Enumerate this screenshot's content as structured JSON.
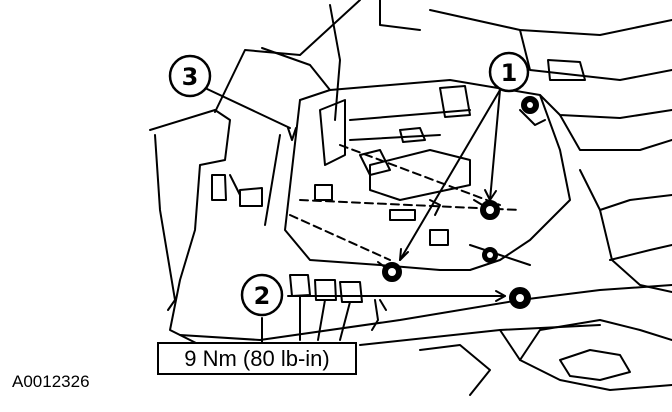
{
  "callouts": [
    {
      "label": "1"
    },
    {
      "label": "2"
    },
    {
      "label": "3"
    }
  ],
  "torque_spec": "9 Nm (80 lb-in)",
  "figure_id": "A0012326",
  "colors": {
    "ink": "#000000",
    "paper": "#ffffff"
  }
}
